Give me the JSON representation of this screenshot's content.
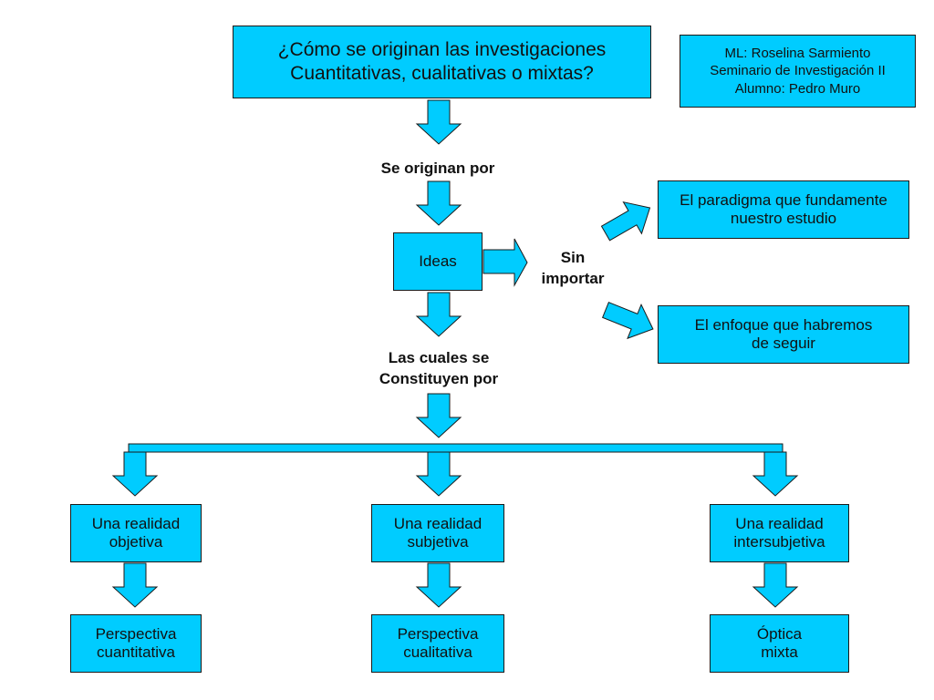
{
  "colors": {
    "box_fill": "#00ccff",
    "arrow_fill": "#00ccff",
    "border": "#1a1a1a"
  },
  "title": {
    "line1": "¿Cómo se originan las investigaciones",
    "line2": "Cuantitativas, cualitativas o mixtas?"
  },
  "info": {
    "line1": "ML: Roselina Sarmiento",
    "line2": "Seminario de Investigación II",
    "line3": "Alumno: Pedro Muro"
  },
  "labels": {
    "originated_by": "Se originan por",
    "regardless_line1": "Sin",
    "regardless_line2": "importar",
    "constituted_line1": "Las cuales se",
    "constituted_line2": "Constituyen por"
  },
  "ideas": "Ideas",
  "paradigm": {
    "line1": "El paradigma que fundamente",
    "line2": "nuestro estudio"
  },
  "approach": {
    "line1": "El enfoque que habremos",
    "line2": "de seguir"
  },
  "realities": [
    {
      "line1": "Una realidad",
      "line2": "objetiva"
    },
    {
      "line1": "Una realidad",
      "line2": "subjetiva"
    },
    {
      "line1": "Una realidad",
      "line2": "intersubjetiva"
    }
  ],
  "perspectives": [
    {
      "line1": "Perspectiva",
      "line2": "cuantitativa"
    },
    {
      "line1": "Perspectiva",
      "line2": "cualitativa"
    },
    {
      "line1": "Óptica",
      "line2": "mixta"
    }
  ]
}
